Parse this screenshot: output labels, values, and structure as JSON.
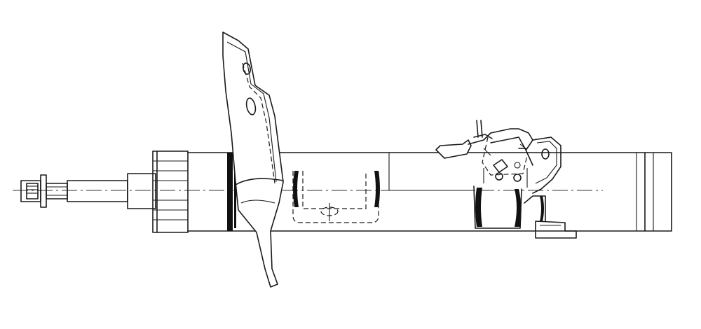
{
  "drawing": {
    "subject": "strut-assembly-line-drawing",
    "background": "#ffffff",
    "line_color": "#1a1a1a",
    "parts": [
      "top-nut-icon",
      "piston-rod",
      "dust-cap",
      "spring-seat-bracket",
      "strut-tube",
      "bump-stop-bands",
      "knuckle-bracket",
      "lower-mount",
      "tube-end-cap",
      "centerline"
    ]
  }
}
